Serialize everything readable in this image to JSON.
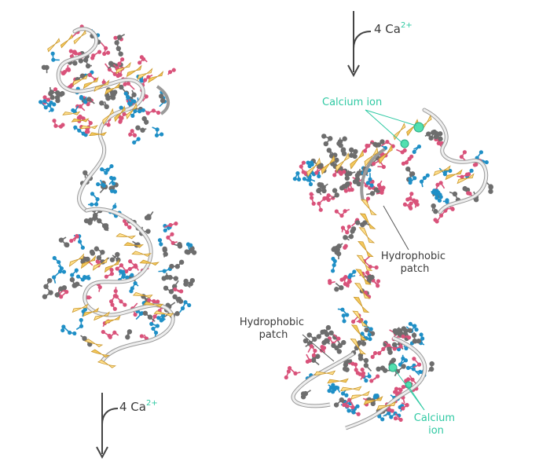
{
  "labels": {
    "arrow_text": "4 Ca",
    "arrow_sup": "2+",
    "calcium_ion_top": "Calcium ion",
    "calcium_ion_bottom_line1": "Calcium",
    "calcium_ion_bottom_line2": "ion",
    "hydrophobic_right_line1": "Hydrophobic",
    "hydrophobic_right_line2": "patch",
    "hydrophobic_left_line1": "Hydrophobic",
    "hydrophobic_left_line2": "patch"
  },
  "colors": {
    "helix": "#f4c95d",
    "helix_edge": "#c9962a",
    "coil": "#e8e8e8",
    "coil_edge": "#9a9a9a",
    "polar_residue": "#d9527a",
    "charged_residue": "#1f8fc6",
    "hydrophobic_residue": "#6d6d6d",
    "calcium": "#52e0b0",
    "label_text": "#3a3a3a",
    "calcium_label": "#2fc9a3",
    "arrow": "#444444"
  }
}
